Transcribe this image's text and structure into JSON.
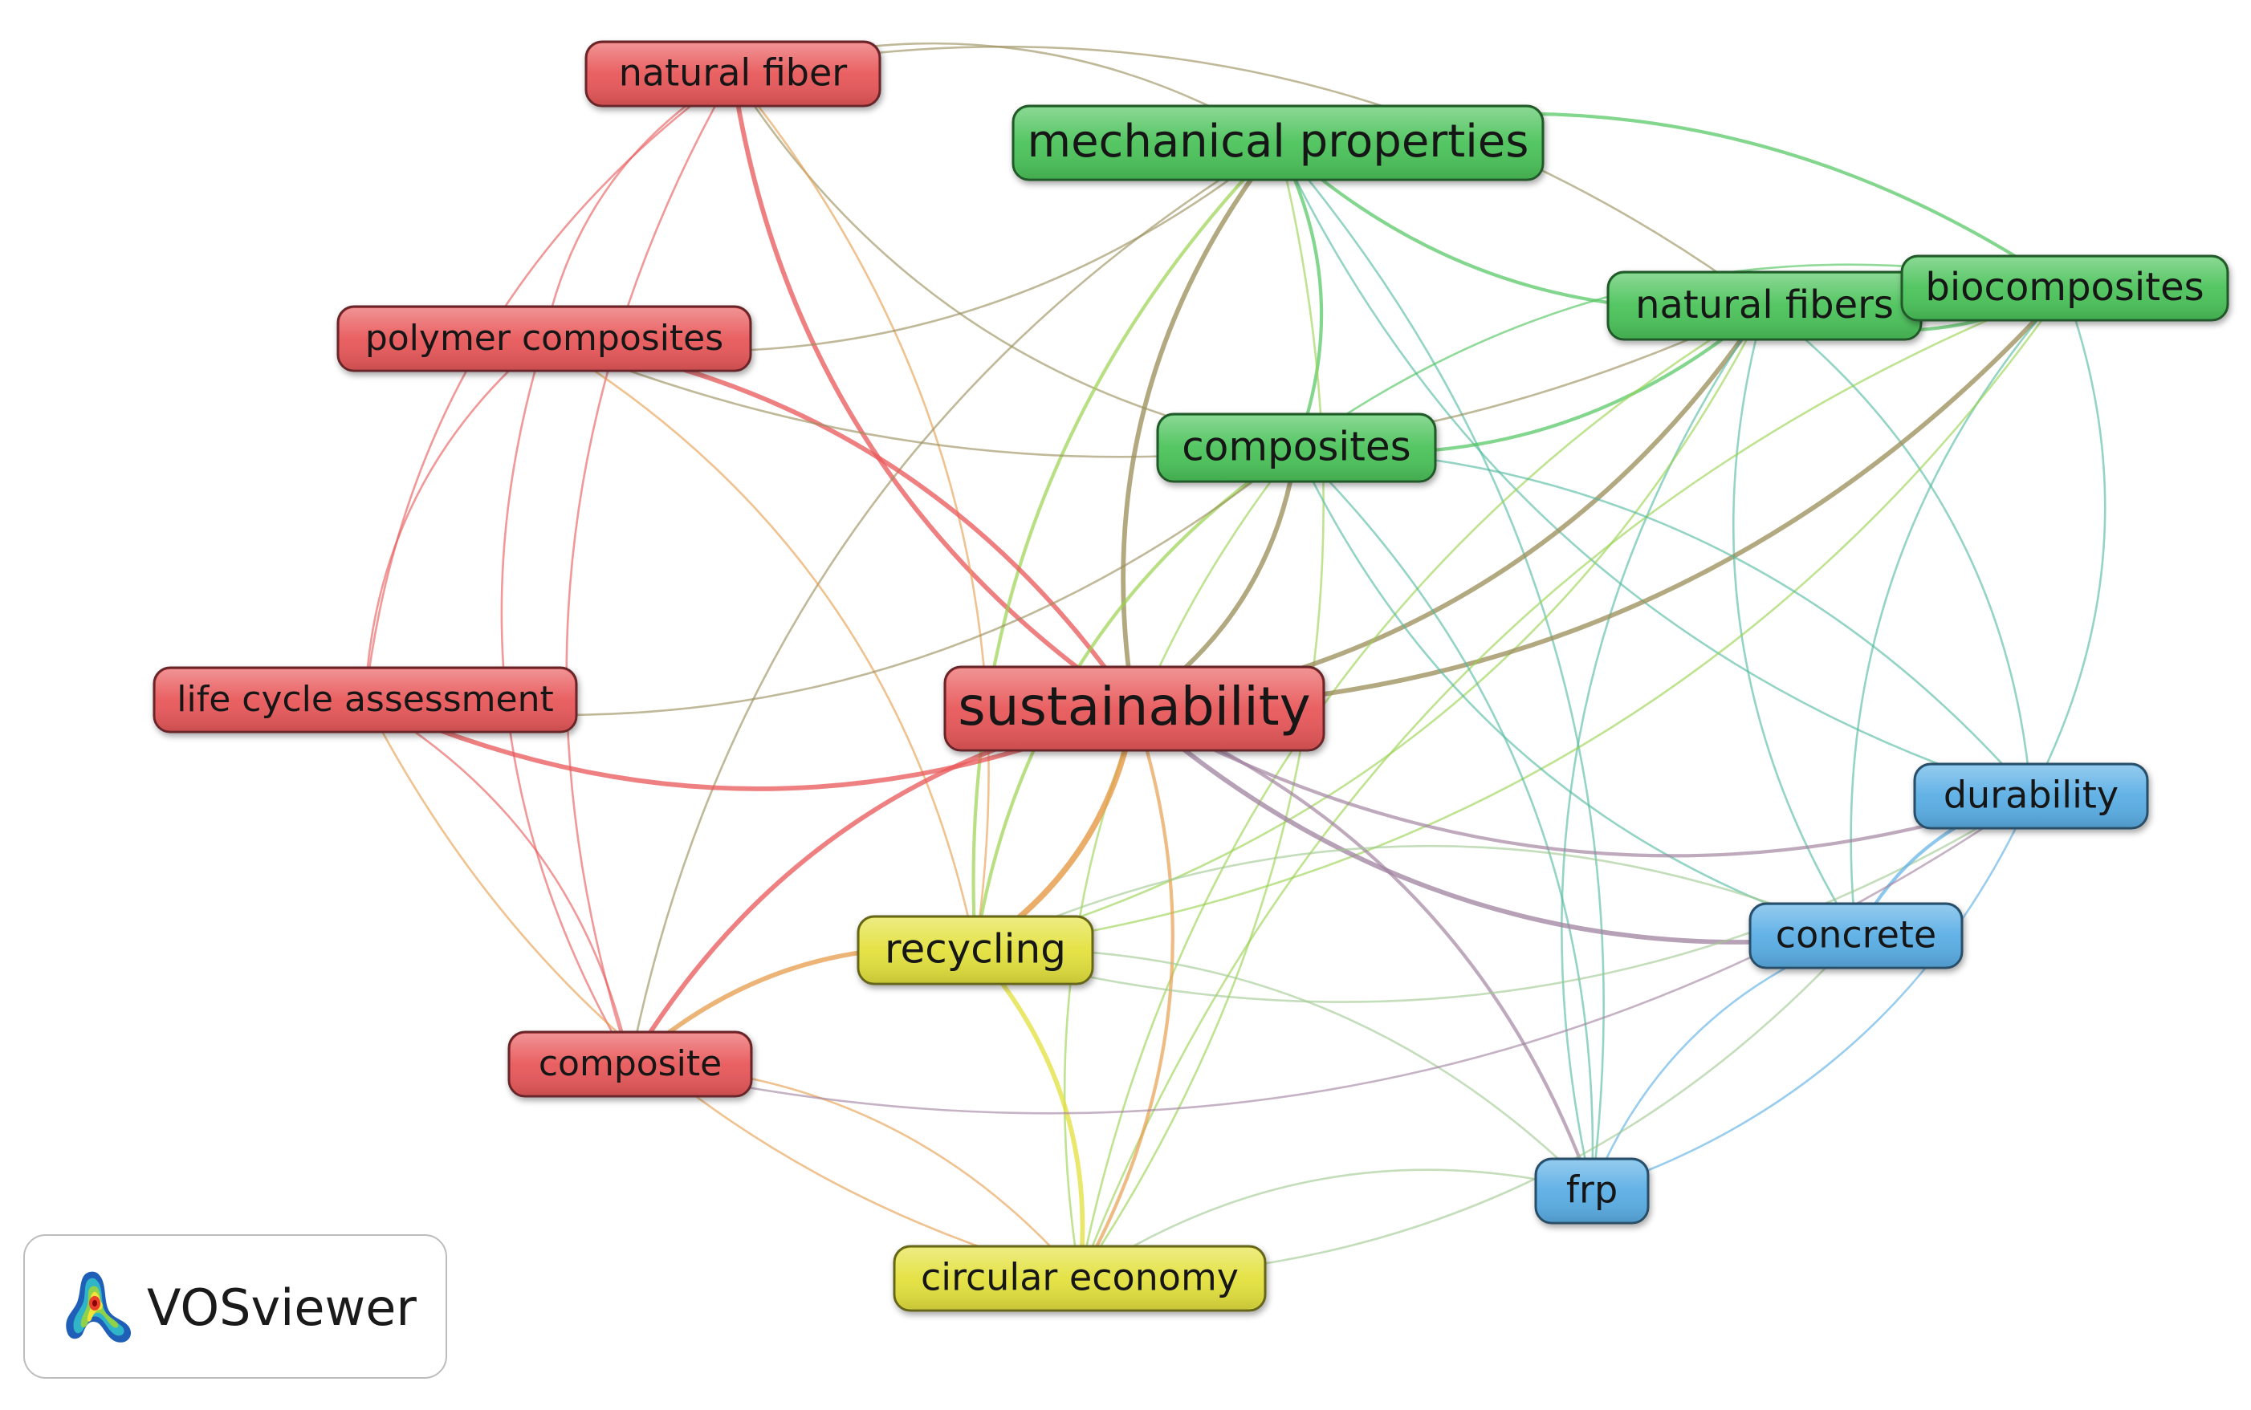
{
  "colors": {
    "red": "#e8585a",
    "green": "#4cc35a",
    "yellow": "#e3e13e",
    "blue": "#5aaee5"
  },
  "clusters": [
    {
      "id": "red",
      "color": "#e8585a"
    },
    {
      "id": "green",
      "color": "#4cc35a"
    },
    {
      "id": "yellow",
      "color": "#e3e13e"
    },
    {
      "id": "blue",
      "color": "#5aaee5"
    }
  ],
  "nodes": [
    {
      "id": "natural-fiber",
      "label": "natural fiber",
      "cluster": "red",
      "weight": 2
    },
    {
      "id": "mechanical-properties",
      "label": "mechanical properties",
      "cluster": "green",
      "weight": 3
    },
    {
      "id": "polymer-composites",
      "label": "polymer composites",
      "cluster": "red",
      "weight": 2
    },
    {
      "id": "natural-fibers",
      "label": "natural fibers",
      "cluster": "green",
      "weight": 2
    },
    {
      "id": "biocomposites",
      "label": "biocomposites",
      "cluster": "green",
      "weight": 2
    },
    {
      "id": "composites",
      "label": "composites",
      "cluster": "green",
      "weight": 2
    },
    {
      "id": "life-cycle-assessment",
      "label": "life cycle assessment",
      "cluster": "red",
      "weight": 2
    },
    {
      "id": "sustainability",
      "label": "sustainability",
      "cluster": "red",
      "weight": 4
    },
    {
      "id": "durability",
      "label": "durability",
      "cluster": "blue",
      "weight": 2
    },
    {
      "id": "recycling",
      "label": "recycling",
      "cluster": "yellow",
      "weight": 2
    },
    {
      "id": "concrete",
      "label": "concrete",
      "cluster": "blue",
      "weight": 2
    },
    {
      "id": "composite",
      "label": "composite",
      "cluster": "red",
      "weight": 2
    },
    {
      "id": "frp",
      "label": "frp",
      "cluster": "blue",
      "weight": 2
    },
    {
      "id": "circular-economy",
      "label": "circular economy",
      "cluster": "yellow",
      "weight": 2
    }
  ],
  "links": [
    [
      "natural-fiber",
      "sustainability",
      3
    ],
    [
      "natural-fiber",
      "mechanical-properties",
      1
    ],
    [
      "natural-fiber",
      "composites",
      1
    ],
    [
      "natural-fiber",
      "natural-fibers",
      1
    ],
    [
      "natural-fiber",
      "composite",
      1
    ],
    [
      "natural-fiber",
      "recycling",
      1
    ],
    [
      "natural-fiber",
      "life-cycle-assessment",
      1
    ],
    [
      "mechanical-properties",
      "composites",
      2
    ],
    [
      "mechanical-properties",
      "natural-fibers",
      2
    ],
    [
      "mechanical-properties",
      "biocomposites",
      2
    ],
    [
      "mechanical-properties",
      "sustainability",
      3
    ],
    [
      "mechanical-properties",
      "polymer-composites",
      1
    ],
    [
      "mechanical-properties",
      "recycling",
      2
    ],
    [
      "mechanical-properties",
      "circular-economy",
      1
    ],
    [
      "mechanical-properties",
      "durability",
      1
    ],
    [
      "mechanical-properties",
      "frp",
      1
    ],
    [
      "mechanical-properties",
      "composite",
      1
    ],
    [
      "polymer-composites",
      "sustainability",
      3
    ],
    [
      "polymer-composites",
      "natural-fibers",
      1
    ],
    [
      "polymer-composites",
      "natural-fiber",
      1
    ],
    [
      "polymer-composites",
      "life-cycle-assessment",
      1
    ],
    [
      "polymer-composites",
      "recycling",
      1
    ],
    [
      "polymer-composites",
      "composite",
      1
    ],
    [
      "natural-fibers",
      "composites",
      2
    ],
    [
      "natural-fibers",
      "biocomposites",
      2
    ],
    [
      "natural-fibers",
      "sustainability",
      3
    ],
    [
      "natural-fibers",
      "concrete",
      1
    ],
    [
      "natural-fibers",
      "durability",
      1
    ],
    [
      "natural-fibers",
      "frp",
      1
    ],
    [
      "natural-fibers",
      "recycling",
      1
    ],
    [
      "natural-fibers",
      "circular-economy",
      1
    ],
    [
      "biocomposites",
      "sustainability",
      3
    ],
    [
      "biocomposites",
      "composites",
      1
    ],
    [
      "biocomposites",
      "durability",
      1
    ],
    [
      "biocomposites",
      "concrete",
      1
    ],
    [
      "biocomposites",
      "recycling",
      1
    ],
    [
      "biocomposites",
      "circular-economy",
      1
    ],
    [
      "composites",
      "sustainability",
      3
    ],
    [
      "composites",
      "recycling",
      2
    ],
    [
      "composites",
      "durability",
      1
    ],
    [
      "composites",
      "concrete",
      1
    ],
    [
      "composites",
      "frp",
      1
    ],
    [
      "composites",
      "circular-economy",
      1
    ],
    [
      "composites",
      "life-cycle-assessment",
      1
    ],
    [
      "life-cycle-assessment",
      "sustainability",
      3
    ],
    [
      "life-cycle-assessment",
      "composite",
      1
    ],
    [
      "life-cycle-assessment",
      "circular-economy",
      1
    ],
    [
      "sustainability",
      "recycling",
      4
    ],
    [
      "sustainability",
      "composite",
      3
    ],
    [
      "sustainability",
      "circular-economy",
      2
    ],
    [
      "sustainability",
      "concrete",
      3
    ],
    [
      "sustainability",
      "frp",
      2
    ],
    [
      "sustainability",
      "durability",
      2
    ],
    [
      "recycling",
      "circular-economy",
      3
    ],
    [
      "recycling",
      "composite",
      3
    ],
    [
      "recycling",
      "frp",
      1
    ],
    [
      "recycling",
      "durability",
      1
    ],
    [
      "recycling",
      "concrete",
      1
    ],
    [
      "durability",
      "concrete",
      2
    ],
    [
      "durability",
      "frp",
      1
    ],
    [
      "concrete",
      "frp",
      1
    ],
    [
      "composite",
      "circular-economy",
      1
    ],
    [
      "composite",
      "durability",
      1
    ],
    [
      "circular-economy",
      "frp",
      1
    ],
    [
      "circular-economy",
      "concrete",
      1
    ]
  ],
  "logo": {
    "text": "VOSviewer",
    "icon": "vosviewer-logo-icon"
  }
}
